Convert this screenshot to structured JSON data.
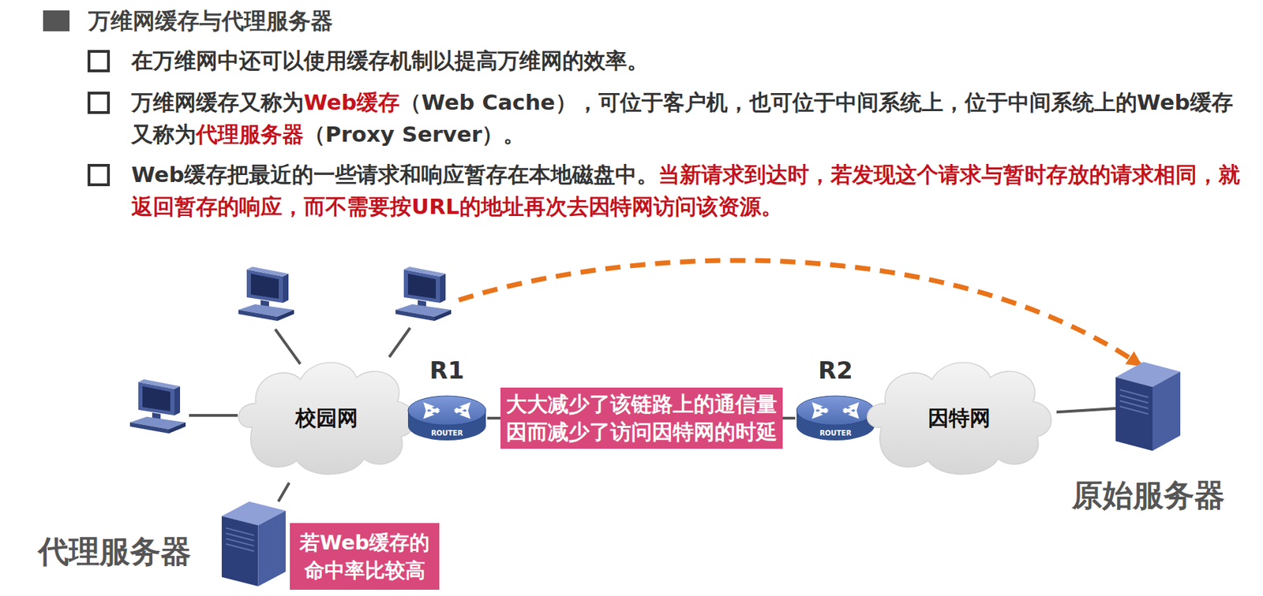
{
  "diagram": {
    "title": "万维网缓存与代理服务器",
    "nodes": [
      {
        "text": [
          "校园网"
        ]
      },
      {
        "text": [
          "R1",
          "ROUTER"
        ]
      },
      {
        "text": [
          "R2",
          "ROUTER"
        ]
      },
      {
        "text": [
          "因特网"
        ]
      },
      {
        "text": [
          "原始服务器"
        ]
      },
      {
        "text": [
          "代理服务器"
        ]
      },
      {
        "text": [
          "若Web缓存的 命中率比较高"
        ]
      }
    ],
    "edges": [
      {
        "from": 0,
        "to": 1,
        "arrow": "none"
      },
      {
        "from": 1,
        "to": 2,
        "label": "大大减少了该链路上的通信量 因而减少了访问因特网的时延",
        "arrow": "none"
      },
      {
        "from": 2,
        "to": 3,
        "arrow": "none"
      },
      {
        "from": 3,
        "to": 4,
        "arrow": "none"
      },
      {
        "from": 5,
        "to": 0,
        "arrow": "none"
      }
    ],
    "labels": [
      "在万维网中还可以使用缓存机制以提高万维网的效率。",
      "万维网缓存又称为",
      "Web缓存",
      "（Web Cache），可位于客户机，也可位于中间系统上，位于中间系统上的Web缓存又称为",
      "代理服务器",
      "（Proxy Server）。",
      "Web缓存把最近的一些请求和响应暂存在本地磁盘中。",
      "当新请求到达时，若发现这个请求与暂时存放的请求相同，就返回暂存的响应，而不需要按URL的地址再次去因特网访问该资源。"
    ]
  }
}
